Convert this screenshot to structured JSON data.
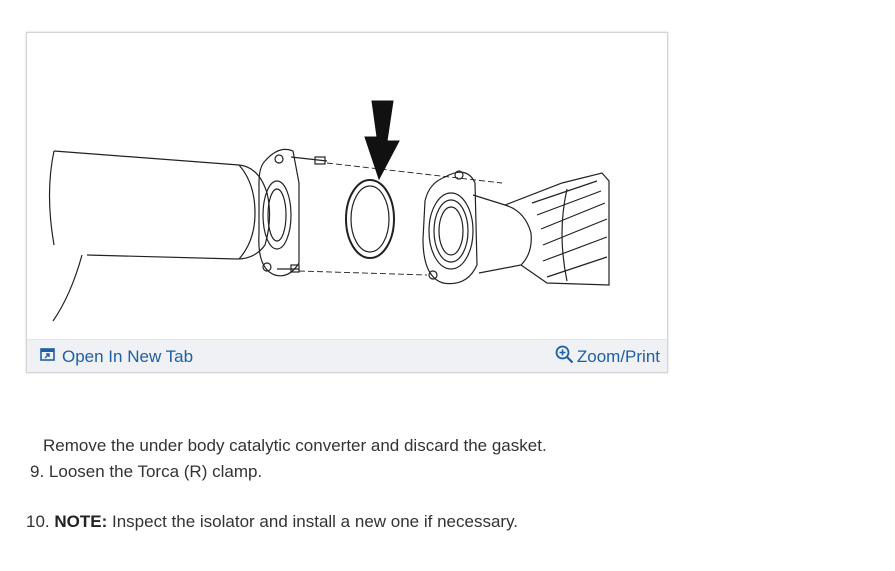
{
  "figure": {
    "open_tab_label": "Open In New Tab",
    "open_tab_icon": "open-new-tab-icon",
    "zoom_label": "Zoom/Print",
    "zoom_icon": "zoom-in-icon",
    "link_color": "#1d5fa5"
  },
  "steps": {
    "step8_text": "Remove the under body catalytic converter and discard the gasket.",
    "step9_number": "9.",
    "step9_text": "Loosen the Torca (R) clamp.",
    "step10_number": "10.",
    "step10_note_label": "NOTE:",
    "step10_text": "Inspect the isolator and install a new one if necessary."
  }
}
